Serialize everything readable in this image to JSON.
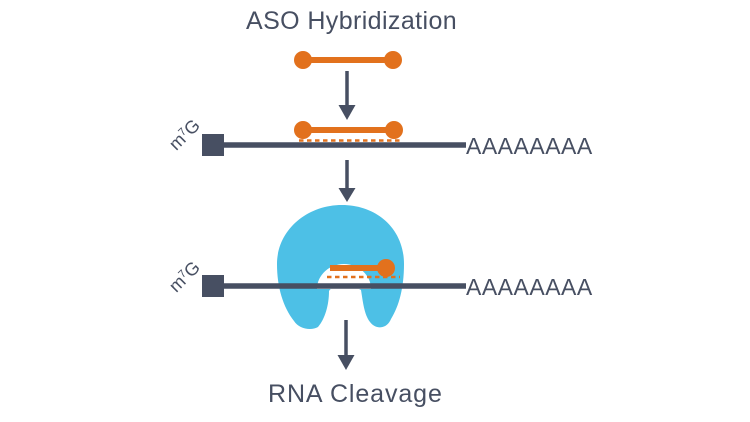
{
  "colors": {
    "text_and_rna_slate": "#474F62",
    "aso_orange": "#E2711D",
    "enzyme_blue": "#4DC0E6",
    "background": "#FFFFFF"
  },
  "header": {
    "title": "ASO Hybridization"
  },
  "strand_top": {
    "cap_prefix": "m",
    "cap_superscript": "7",
    "cap_suffix": "G",
    "poly_a_tail": "AAAAAAAA"
  },
  "strand_bottom": {
    "cap_prefix": "m",
    "cap_superscript": "7",
    "cap_suffix": "G",
    "poly_a_tail": "AAAAAAAA"
  },
  "footer": {
    "label": "RNA Cleavage"
  },
  "icons": {
    "aso": "orange-dumbbell-oligo",
    "hybridization": "orange-dashed-line",
    "cap_square": "dark-square-m7g-cap",
    "enzyme": "blue-enzyme-blob",
    "arrow": "down-arrow"
  }
}
